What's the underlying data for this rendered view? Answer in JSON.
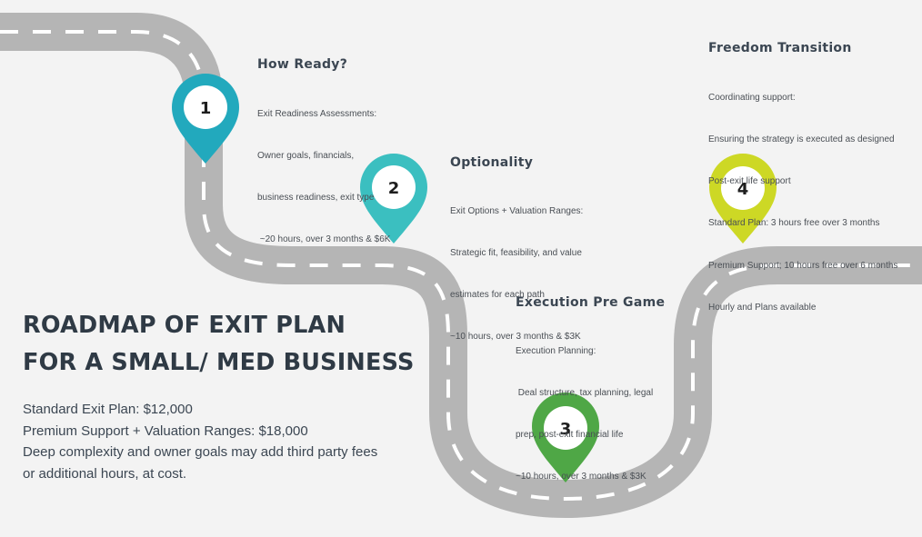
{
  "title": {
    "line1": "ROADMAP OF EXIT PLAN",
    "line2": "FOR A SMALL/ MED BUSINESS"
  },
  "pricing": [
    "Standard Exit Plan: $12,000",
    "Premium Support + Valuation Ranges: $18,000",
    "Deep complexity and owner goals may add third party fees",
    "or additional hours, at cost."
  ],
  "colors": {
    "background": "#f3f3f3",
    "road": "#b5b5b5",
    "road_dash": "#ffffff",
    "pin1": "#22a9bd",
    "pin2": "#3bbfc0",
    "pin3": "#4fa746",
    "pin4": "#cdd825",
    "text_dark": "#2f3a45"
  },
  "stages": [
    {
      "number": "1",
      "title": "How Ready?",
      "lines": [
        "Exit Readiness Assessments:",
        "Owner goals, financials,",
        "business readiness, exit type",
        " ~20 hours, over 3 months & $6K"
      ]
    },
    {
      "number": "2",
      "title": "Optionality",
      "lines": [
        "Exit Options + Valuation Ranges:",
        "Strategic fit, feasibility, and value",
        "estimates for each path",
        "~10 hours, over 3 months & $3K"
      ]
    },
    {
      "number": "3",
      "title": "Execution Pre Game",
      "lines": [
        "Execution Planning:",
        " Deal structure, tax planning, legal",
        "prep, post-exit financial life",
        "~10 hours, over 3 months & $3K"
      ]
    },
    {
      "number": "4",
      "title": "Freedom Transition",
      "lines": [
        "Coordinating support:",
        "Ensuring the strategy is executed as designed",
        "Post-exit life support",
        "Standard Plan: 3 hours free over 3 months",
        "Premium Support; 10 hours free over 6 months",
        "Hourly and Plans available"
      ]
    }
  ]
}
